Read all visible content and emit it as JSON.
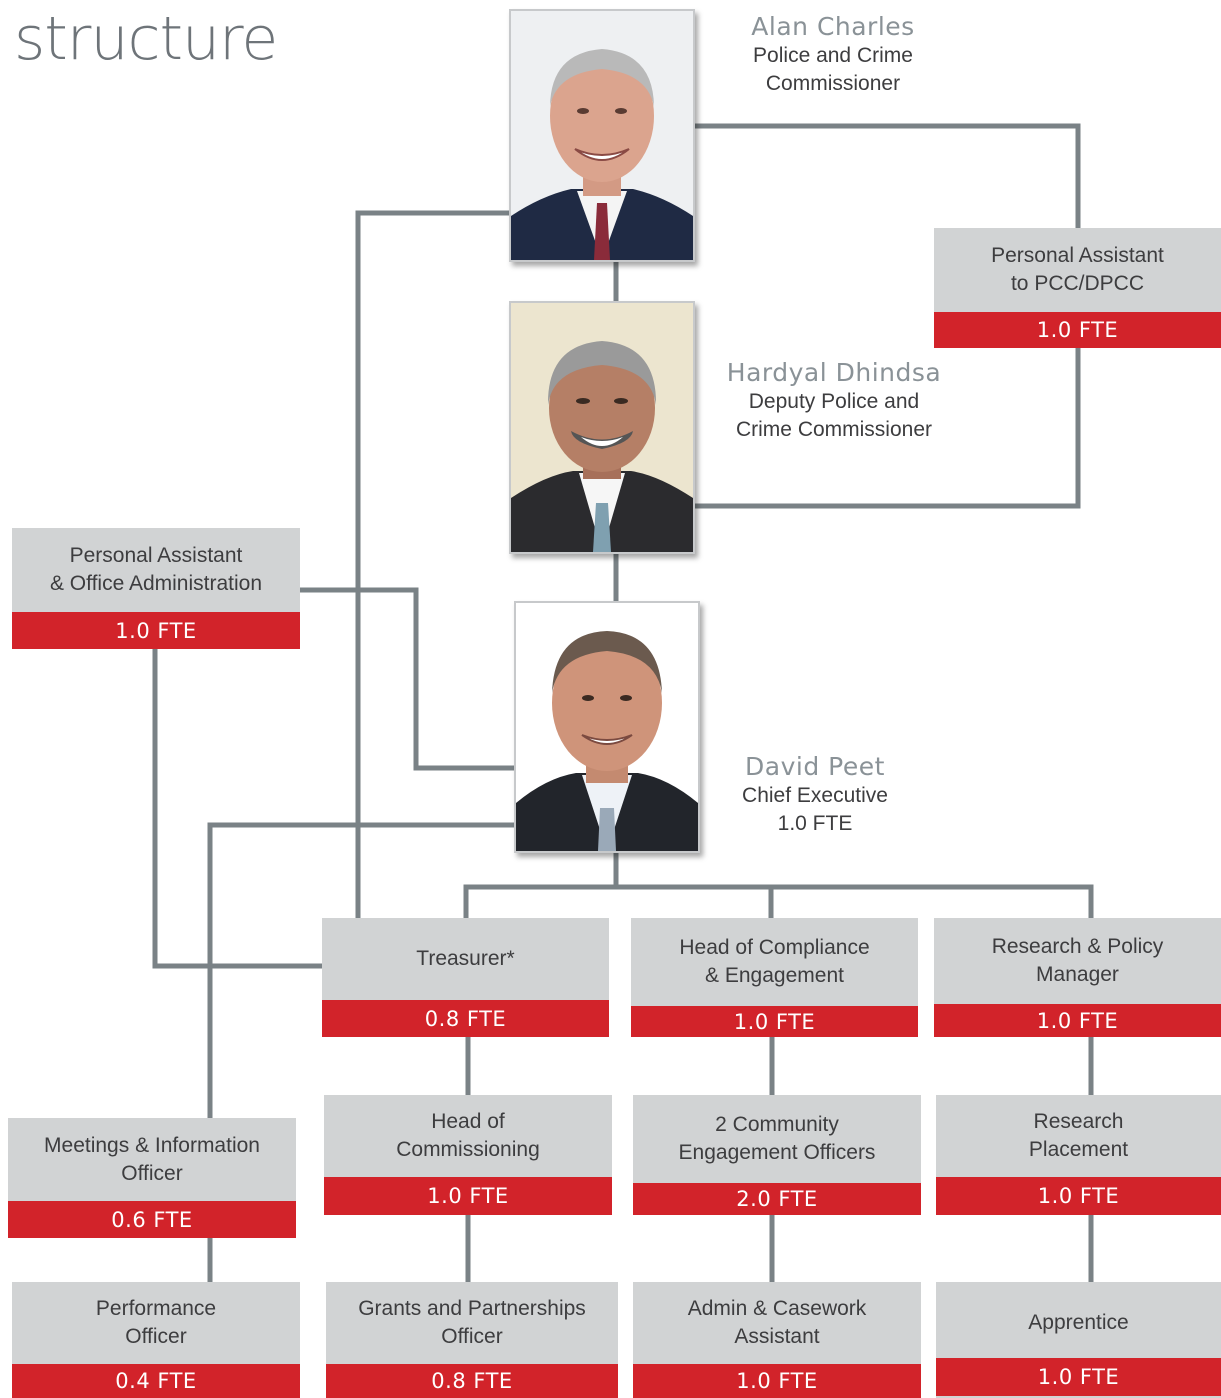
{
  "page": {
    "title": "structure"
  },
  "people": {
    "pcc": {
      "name": "Alan Charles",
      "role": "Police and Crime\nCommissioner"
    },
    "dpcc": {
      "name": "Hardyal Dhindsa",
      "role": "Deputy Police and\nCrime Commissioner"
    },
    "ceo": {
      "name": "David Peet",
      "role": "Chief Executive\n1.0 FTE"
    }
  },
  "roles": {
    "pa_pcc": {
      "label": "Personal Assistant\nto PCC/DPCC",
      "fte": "1.0 FTE"
    },
    "pa_office": {
      "label": "Personal Assistant\n& Office Administration",
      "fte": "1.0 FTE"
    },
    "treasurer": {
      "label": "Treasurer*",
      "fte": "0.8 FTE"
    },
    "head_compliance": {
      "label": "Head of Compliance\n& Engagement",
      "fte": "1.0 FTE"
    },
    "research_manager": {
      "label": "Research & Policy\nManager",
      "fte": "1.0 FTE"
    },
    "meetings_officer": {
      "label": "Meetings & Information\nOfficer",
      "fte": "0.6 FTE"
    },
    "head_commissioning": {
      "label": "Head of\nCommissioning",
      "fte": "1.0 FTE"
    },
    "community_officers": {
      "label": "2 Community\nEngagement Officers",
      "fte": "2.0 FTE"
    },
    "research_placement": {
      "label": "Research\nPlacement",
      "fte": "1.0 FTE"
    },
    "performance_officer": {
      "label": "Performance\nOfficer",
      "fte": "0.4 FTE"
    },
    "grants_officer": {
      "label": "Grants and Partnerships\nOfficer",
      "fte": "0.8 FTE"
    },
    "admin_assistant": {
      "label": "Admin & Casework\nAssistant",
      "fte": "1.0 FTE"
    },
    "apprentice": {
      "label": "Apprentice",
      "fte": "1.0 FTE"
    }
  },
  "colors": {
    "box": "#d1d3d4",
    "fte": "#d2232a",
    "connector": "#7a8286",
    "name": "#8a9297"
  }
}
